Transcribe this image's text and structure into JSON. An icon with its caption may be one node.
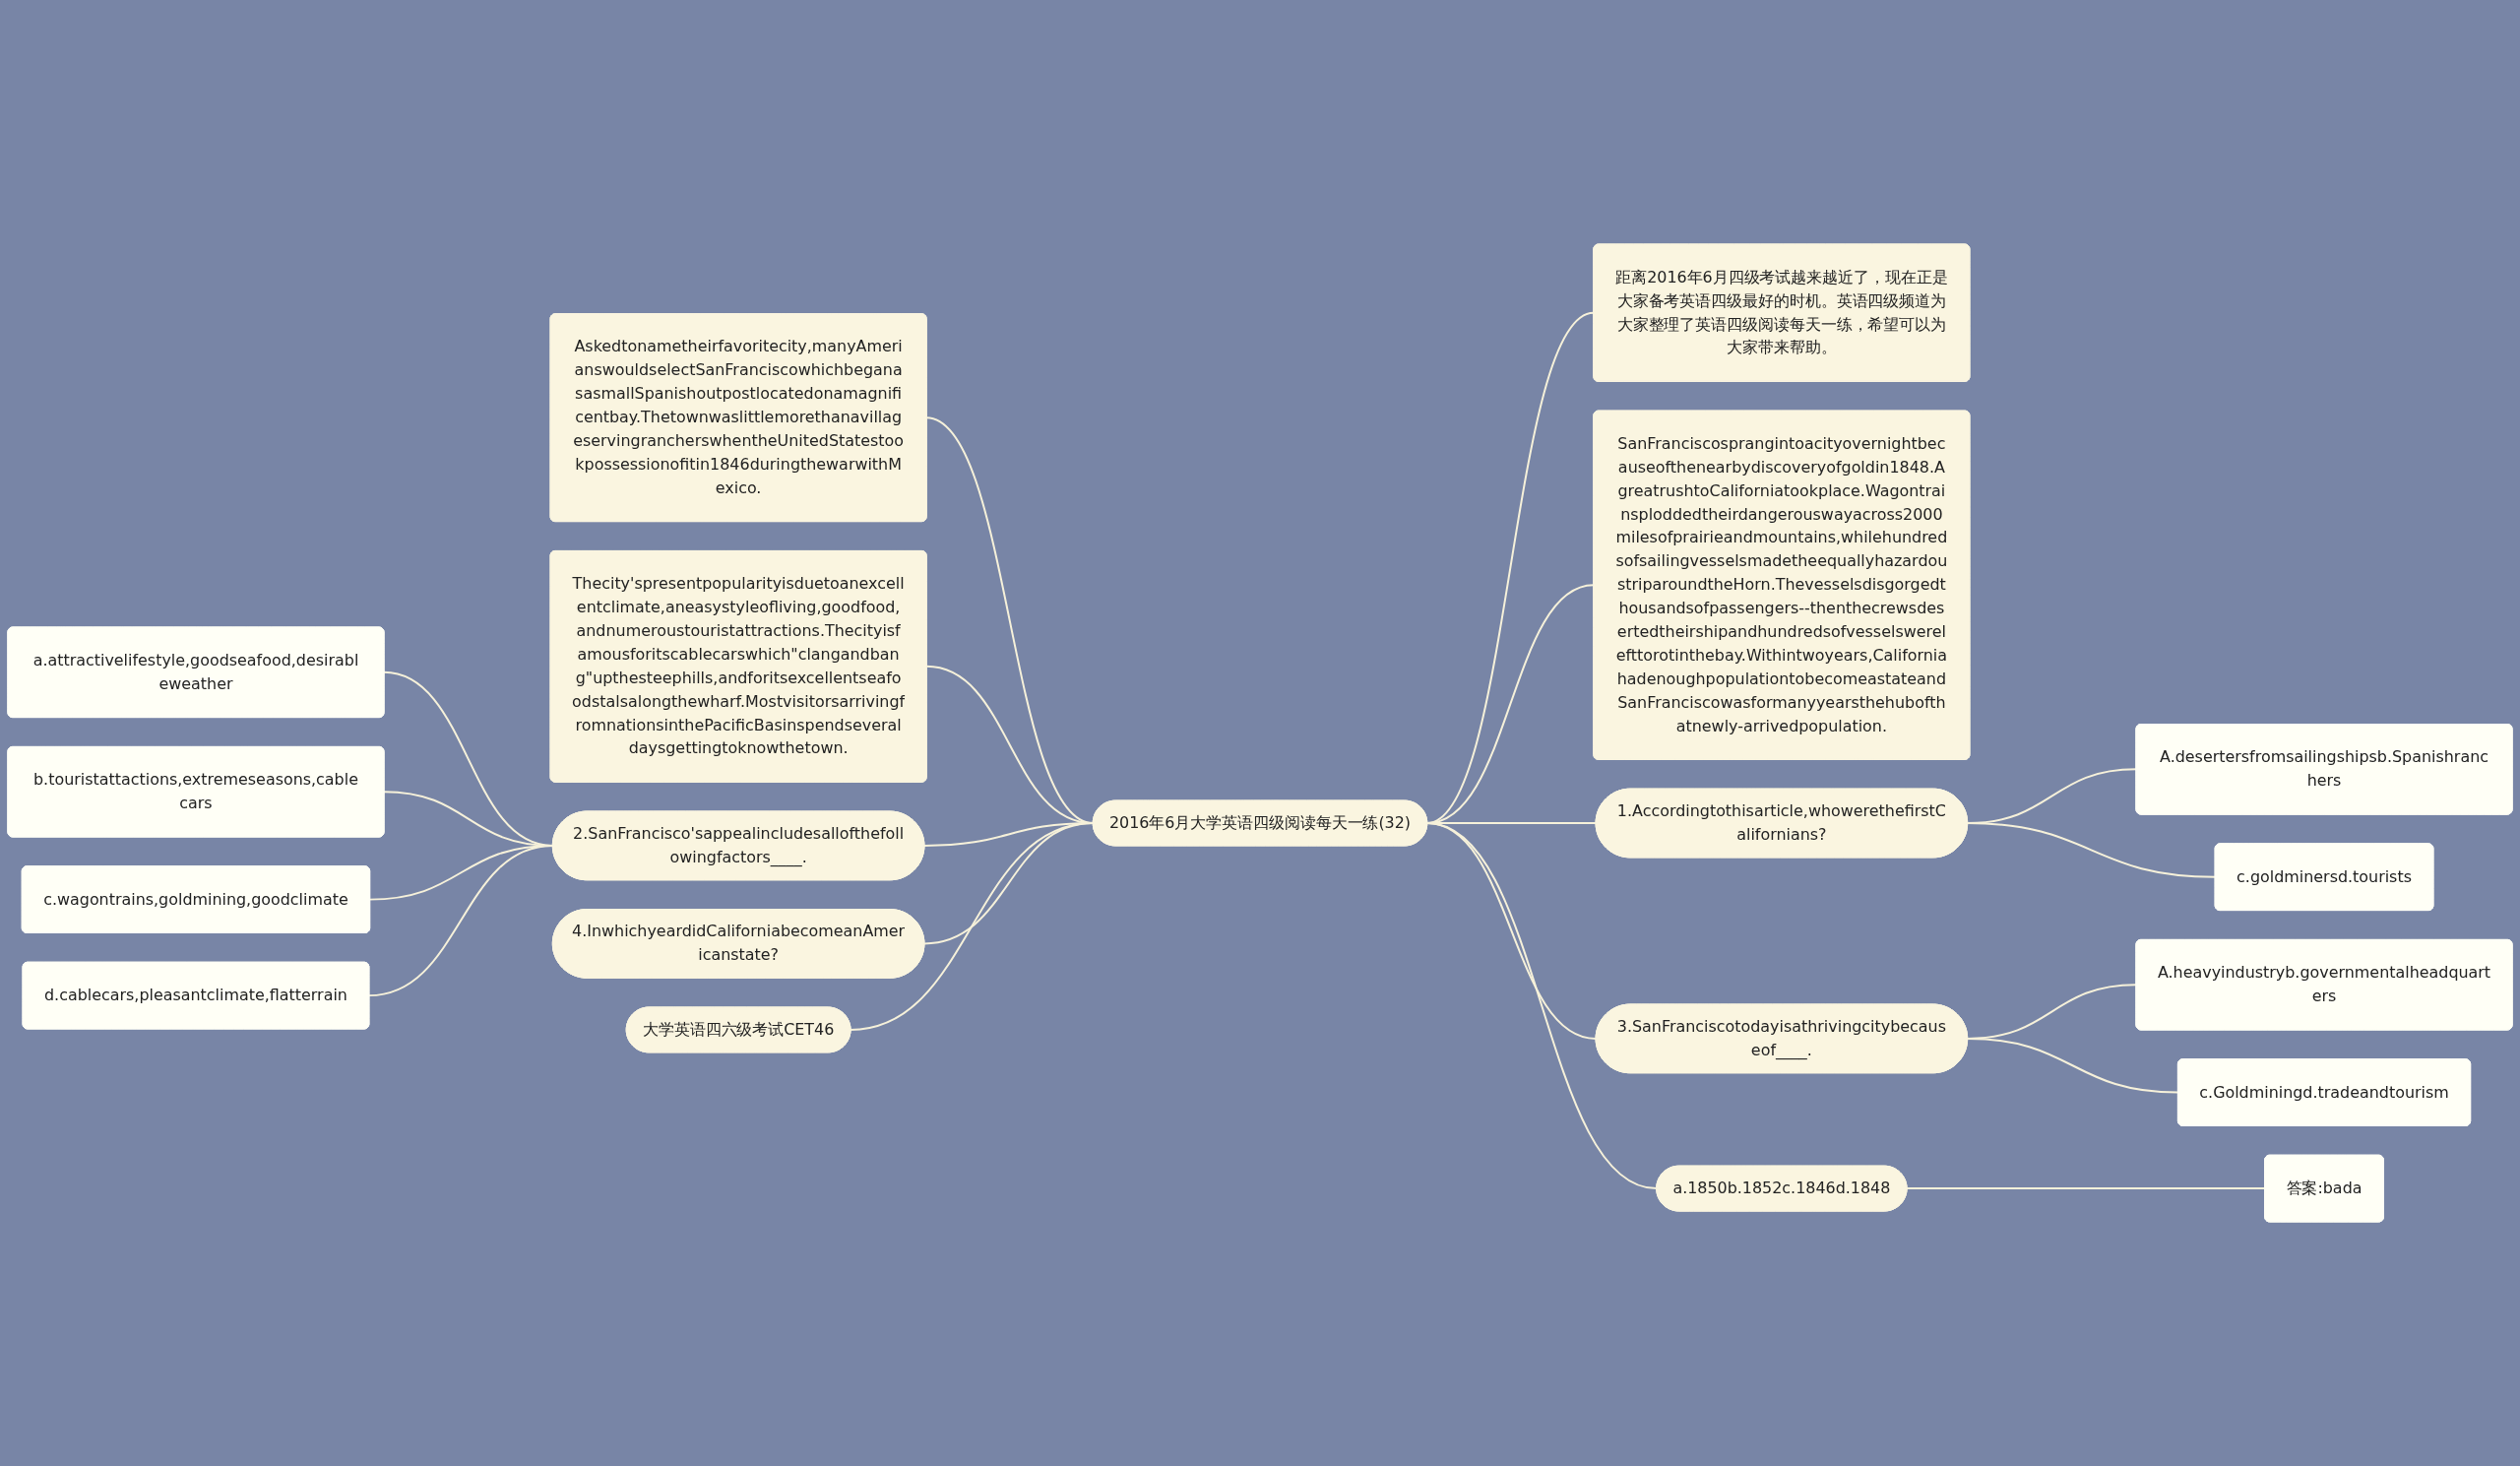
{
  "diagram": {
    "nodes": [
      {
        "text": [
          "2016年6月大学英语四级阅读每天一练(32)"
        ]
      },
      {
        "text": [
          "距离2016年6月四级考试越来越近了，现在正是大家备考英语四级最好的时机。英语四级频道为大家整理了英语四级阅读每天一练，希望可以为大家带来帮助。"
        ]
      },
      {
        "text": [
          "SanFranciscosprangintoacityovernightbecauseofthenearbydiscoveryofgoldin1848.AgreatrushtoCaliforniatookplace.Wagontrainsploddedtheirdangerouswayacross2000milesofprairieandmountains,whilehundredsofsailingvesselsmadetheequallyhazardoustriparoundtheHorn.Thevesselsdisgorgedthousandsofpassengers--thenthecrewsdesertedtheirshipandhundredsofvesselswerelefttorotinthebay.Withintwoyears,CaliforniahadenoughpopulationtobecomeastateandSanFranciscowasformanyyearsthehubofthatnewly-arrivedpopulation."
        ]
      },
      {
        "text": [
          "1.Accordingtothisarticle,whowerethefirstCalifornians?"
        ]
      },
      {
        "text": [
          "A.desertersfromsailingshipsb.Spanishranchers"
        ]
      },
      {
        "text": [
          "c.goldminersd.tourists"
        ]
      },
      {
        "text": [
          "3.SanFranciscotodayisathrivingcitybecauseof____."
        ]
      },
      {
        "text": [
          "A.heavyindustryb.governmentalheadquarters"
        ]
      },
      {
        "text": [
          "c.Goldminingd.tradeandtourism"
        ]
      },
      {
        "text": [
          "a.1850b.1852c.1846d.1848"
        ]
      },
      {
        "text": [
          "答案:bada"
        ]
      },
      {
        "text": [
          "Askedtonametheirfavoritecity,manyAmerianswouldselectSanFranciscowhichbeganasasmallSpanishoutpostlocatedonamagnificentbay.ThetownwaslittlemorethanavillageservingrancherswhentheUnitedStatestookpossessionofitin1846duringthewarwithMexico."
        ]
      },
      {
        "text": [
          "Thecity'spresentpopularityisduetoanexcellentclimate,aneasystyleofliving,goodfood,andnumeroustouristattractions.Thecityisfamousforitscablecarswhich\"clangandbang\"upthesteephills,andforitsexcellentseafoodstalsalongthewharf.MostvisitorsarrivingfromnationsinthePacificBasinspendseveraldaysgettingtoknowthetown."
        ]
      },
      {
        "text": [
          "2.SanFrancisco'sappealincludesallofthefollowingfactors____."
        ]
      },
      {
        "text": [
          "a.attractivelifestyle,goodseafood,desirableweather"
        ]
      },
      {
        "text": [
          "b.touristattactions,extremeseasons,cablecars"
        ]
      },
      {
        "text": [
          "c.wagontrains,goldmining,goodclimate"
        ]
      },
      {
        "text": [
          "d.cablecars,pleasantclimate,flatterrain"
        ]
      },
      {
        "text": [
          "4.InwhichyeardidCaliforniabecomeanAmericanstate?"
        ]
      },
      {
        "text": [
          "大学英语四六级考试CET46"
        ]
      }
    ],
    "edges": [
      {
        "from": 0,
        "to": 1,
        "arrow": "none"
      },
      {
        "from": 0,
        "to": 2,
        "arrow": "none"
      },
      {
        "from": 0,
        "to": 3,
        "arrow": "none"
      },
      {
        "from": 3,
        "to": 4,
        "arrow": "none"
      },
      {
        "from": 3,
        "to": 5,
        "arrow": "none"
      },
      {
        "from": 0,
        "to": 6,
        "arrow": "none"
      },
      {
        "from": 6,
        "to": 7,
        "arrow": "none"
      },
      {
        "from": 6,
        "to": 8,
        "arrow": "none"
      },
      {
        "from": 0,
        "to": 9,
        "arrow": "none"
      },
      {
        "from": 9,
        "to": 10,
        "arrow": "none"
      },
      {
        "from": 0,
        "to": 11,
        "arrow": "none"
      },
      {
        "from": 0,
        "to": 12,
        "arrow": "none"
      },
      {
        "from": 0,
        "to": 13,
        "arrow": "none"
      },
      {
        "from": 13,
        "to": 14,
        "arrow": "none"
      },
      {
        "from": 13,
        "to": 15,
        "arrow": "none"
      },
      {
        "from": 13,
        "to": 16,
        "arrow": "none"
      },
      {
        "from": 13,
        "to": 17,
        "arrow": "none"
      },
      {
        "from": 0,
        "to": 18,
        "arrow": "none"
      },
      {
        "from": 0,
        "to": 19,
        "arrow": "none"
      }
    ]
  }
}
